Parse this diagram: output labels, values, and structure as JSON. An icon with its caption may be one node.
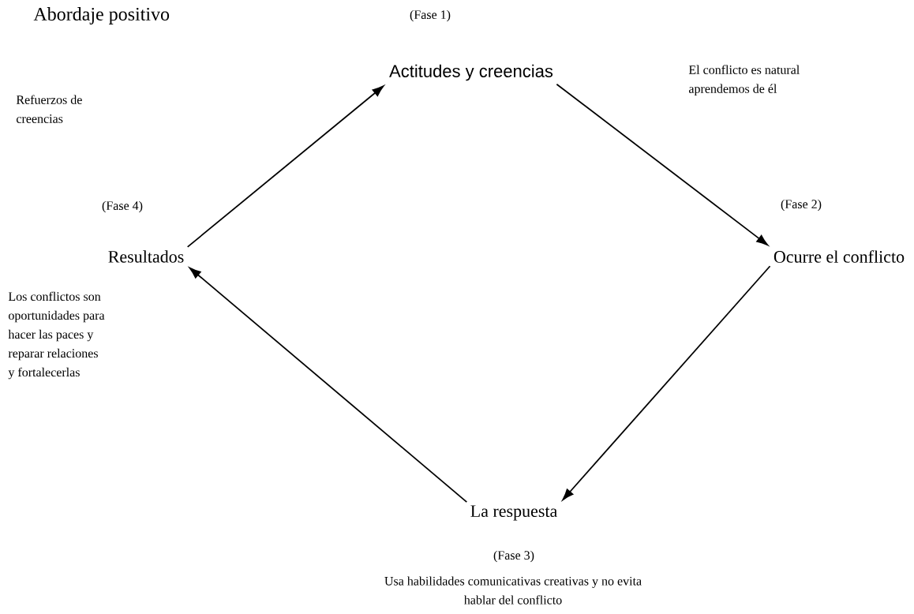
{
  "diagram": {
    "title": "Abordaje positivo",
    "nodes": [
      {
        "text": [
          "Actitudes y creencias"
        ],
        "beside": [
          "(Fase 1)"
        ]
      },
      {
        "text": [
          "Ocurre el conflicto"
        ],
        "beside": [
          "(Fase 2)"
        ]
      },
      {
        "text": [
          "La respuesta"
        ],
        "beside": [
          "(Fase 3)",
          "Usa habilidades comunicativas creativas y no evita hablar del conflicto"
        ]
      },
      {
        "text": [
          "Resultados"
        ],
        "beside": [
          "(Fase 4)",
          "Los conflictos son oportunidades para hacer las paces y reparar relaciones y fortalecerlas"
        ]
      }
    ],
    "edges": [
      {
        "from": 3,
        "to": 0,
        "arrow": "to"
      },
      {
        "from": 0,
        "to": 1,
        "arrow": "to"
      },
      {
        "from": 1,
        "to": 2,
        "arrow": "to"
      },
      {
        "from": 2,
        "to": 3,
        "arrow": "to"
      }
    ],
    "labels": [
      "Refuerzos de creencias",
      "El conflicto es natural aprendemos de él"
    ]
  }
}
